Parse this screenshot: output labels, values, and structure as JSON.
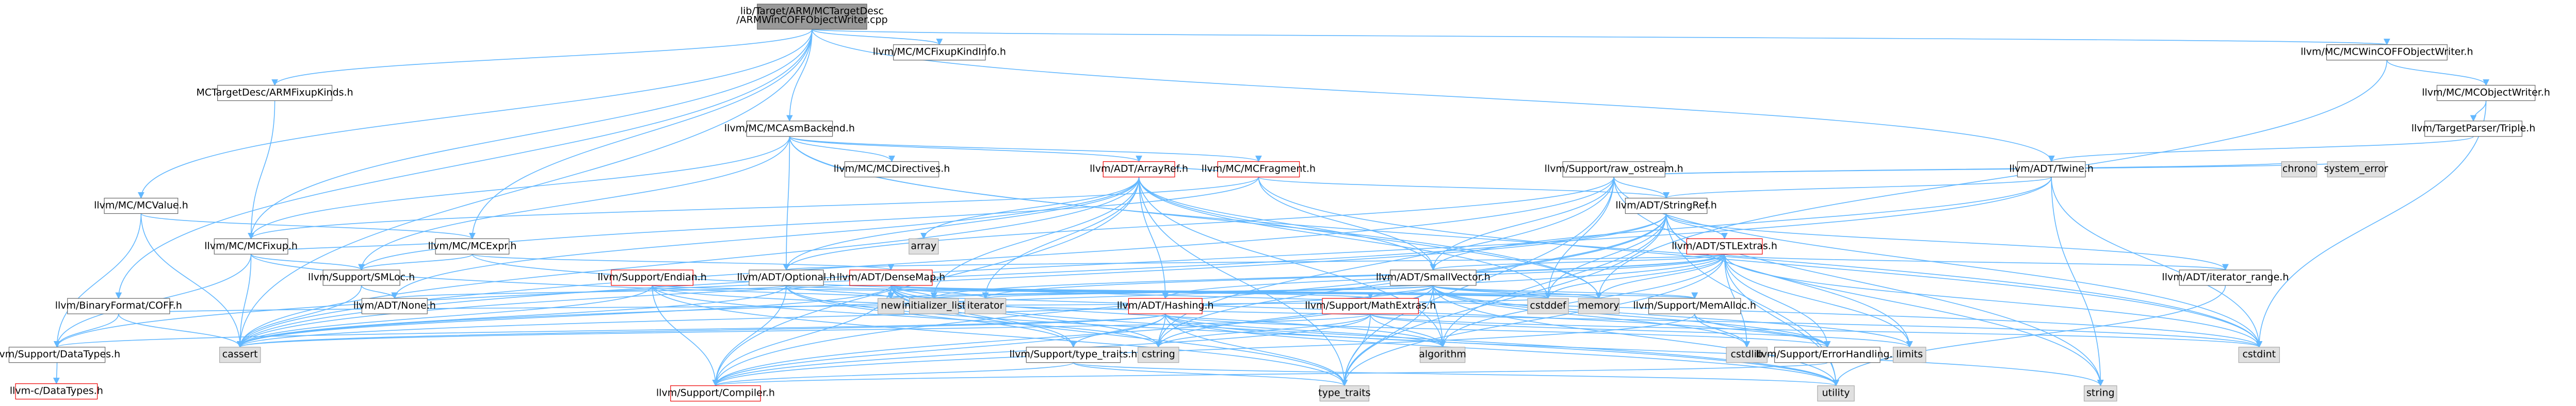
{
  "colors": {
    "edge": "#63b8ff",
    "root_fill": "#999999",
    "node_border": "#666666",
    "missing_border": "#ee0000",
    "system_fill": "#e0e0e0"
  },
  "nodes": [
    {
      "id": "root",
      "label": "lib/Target/ARM/MCTargetDesc",
      "label2": "/ARMWinCOFFObjectWriter.cpp",
      "kind": "root"
    },
    {
      "id": "fixupkindinfo",
      "label": "llvm/MC/MCFixupKindInfo.h",
      "kind": "normal"
    },
    {
      "id": "wincoff",
      "label": "llvm/MC/MCWinCOFFObjectWriter.h",
      "kind": "normal"
    },
    {
      "id": "armfixupkinds",
      "label": "MCTargetDesc/ARMFixupKinds.h",
      "kind": "normal"
    },
    {
      "id": "mcobjectwriter",
      "label": "llvm/MC/MCObjectWriter.h",
      "kind": "normal"
    },
    {
      "id": "asmbackend",
      "label": "llvm/MC/MCAsmBackend.h",
      "kind": "normal"
    },
    {
      "id": "triple",
      "label": "llvm/TargetParser/Triple.h",
      "kind": "normal"
    },
    {
      "id": "mcfragment",
      "label": "llvm/MC/MCFragment.h",
      "kind": "red"
    },
    {
      "id": "rawostream",
      "label": "llvm/Support/raw_ostream.h",
      "kind": "normal"
    },
    {
      "id": "twine",
      "label": "llvm/ADT/Twine.h",
      "kind": "normal"
    },
    {
      "id": "chrono",
      "label": "chrono",
      "kind": "sys"
    },
    {
      "id": "systemerror",
      "label": "system_error",
      "kind": "sys"
    },
    {
      "id": "mcvalue",
      "label": "llvm/MC/MCValue.h",
      "kind": "normal"
    },
    {
      "id": "mcdirectives",
      "label": "llvm/MC/MCDirectives.h",
      "kind": "normal"
    },
    {
      "id": "arrayref",
      "label": "llvm/ADT/ArrayRef.h",
      "kind": "red"
    },
    {
      "id": "stringref",
      "label": "llvm/ADT/StringRef.h",
      "kind": "normal"
    },
    {
      "id": "mcfixup",
      "label": "llvm/MC/MCFixup.h",
      "kind": "normal"
    },
    {
      "id": "mcexpr",
      "label": "llvm/MC/MCExpr.h",
      "kind": "normal"
    },
    {
      "id": "array",
      "label": "array",
      "kind": "sys"
    },
    {
      "id": "stlextras",
      "label": "llvm/ADT/STLExtras.h",
      "kind": "red"
    },
    {
      "id": "smloc",
      "label": "llvm/Support/SMLoc.h",
      "kind": "normal"
    },
    {
      "id": "endian",
      "label": "llvm/Support/Endian.h",
      "kind": "red"
    },
    {
      "id": "optional",
      "label": "llvm/ADT/Optional.h",
      "kind": "normal"
    },
    {
      "id": "densemap",
      "label": "llvm/ADT/DenseMap.h",
      "kind": "red"
    },
    {
      "id": "smallvector",
      "label": "llvm/ADT/SmallVector.h",
      "kind": "normal"
    },
    {
      "id": "iteratorrange",
      "label": "llvm/ADT/iterator_range.h",
      "kind": "normal"
    },
    {
      "id": "binaryformat",
      "label": "llvm/BinaryFormat/COFF.h",
      "kind": "normal"
    },
    {
      "id": "none",
      "label": "llvm/ADT/None.h",
      "kind": "normal"
    },
    {
      "id": "new",
      "label": "new",
      "kind": "sys"
    },
    {
      "id": "initlist",
      "label": "initializer_list",
      "kind": "sys"
    },
    {
      "id": "iterator",
      "label": "iterator",
      "kind": "sys"
    },
    {
      "id": "hashing",
      "label": "llvm/ADT/Hashing.h",
      "kind": "red"
    },
    {
      "id": "mathextras",
      "label": "llvm/Support/MathExtras.h",
      "kind": "red"
    },
    {
      "id": "cstddef",
      "label": "cstddef",
      "kind": "sys"
    },
    {
      "id": "memory",
      "label": "memory",
      "kind": "sys"
    },
    {
      "id": "memalloc",
      "label": "llvm/Support/MemAlloc.h",
      "kind": "normal"
    },
    {
      "id": "datatypes",
      "label": "llvm/Support/DataTypes.h",
      "kind": "normal"
    },
    {
      "id": "cassert",
      "label": "cassert",
      "kind": "sys"
    },
    {
      "id": "typetraitsh",
      "label": "llvm/Support/type_traits.h",
      "kind": "normal"
    },
    {
      "id": "cstring",
      "label": "cstring",
      "kind": "sys"
    },
    {
      "id": "algorithm",
      "label": "algorithm",
      "kind": "sys"
    },
    {
      "id": "cstdlib",
      "label": "cstdlib",
      "kind": "sys"
    },
    {
      "id": "errorhandling",
      "label": "llvm/Support/ErrorHandling.h",
      "kind": "normal"
    },
    {
      "id": "limits",
      "label": "limits",
      "kind": "sys"
    },
    {
      "id": "cstdint",
      "label": "cstdint",
      "kind": "sys"
    },
    {
      "id": "cdatatypes",
      "label": "llvm-c/DataTypes.h",
      "kind": "red"
    },
    {
      "id": "compiler",
      "label": "llvm/Support/Compiler.h",
      "kind": "red"
    },
    {
      "id": "typetraits",
      "label": "type_traits",
      "kind": "sys"
    },
    {
      "id": "utility",
      "label": "utility",
      "kind": "sys"
    },
    {
      "id": "string",
      "label": "string",
      "kind": "sys"
    }
  ],
  "edges": [
    [
      "root",
      "fixupkindinfo"
    ],
    [
      "root",
      "wincoff"
    ],
    [
      "root",
      "armfixupkinds"
    ],
    [
      "root",
      "asmbackend"
    ],
    [
      "root",
      "twine"
    ],
    [
      "root",
      "mcvalue"
    ],
    [
      "root",
      "mcfixup"
    ],
    [
      "root",
      "mcexpr"
    ],
    [
      "root",
      "binaryformat"
    ],
    [
      "root",
      "cassert"
    ],
    [
      "wincoff",
      "mcobjectwriter"
    ],
    [
      "wincoff",
      "memory"
    ],
    [
      "mcobjectwriter",
      "triple"
    ],
    [
      "mcobjectwriter",
      "cstdint"
    ],
    [
      "triple",
      "twine"
    ],
    [
      "armfixupkinds",
      "mcfixup"
    ],
    [
      "asmbackend",
      "mcfragment"
    ],
    [
      "asmbackend",
      "mcdirectives"
    ],
    [
      "asmbackend",
      "arrayref"
    ],
    [
      "asmbackend",
      "mcfixup"
    ],
    [
      "asmbackend",
      "optional"
    ],
    [
      "asmbackend",
      "smloc"
    ],
    [
      "asmbackend",
      "memory"
    ],
    [
      "asmbackend",
      "cstdint"
    ],
    [
      "mcfragment",
      "arrayref"
    ],
    [
      "mcfragment",
      "stringref"
    ],
    [
      "mcfragment",
      "smallvector"
    ],
    [
      "mcfragment",
      "smloc"
    ],
    [
      "mcfragment",
      "mcfixup"
    ],
    [
      "mcfragment",
      "cstdint"
    ],
    [
      "twine",
      "stringref"
    ],
    [
      "twine",
      "smallvector"
    ],
    [
      "twine",
      "cassert"
    ],
    [
      "twine",
      "cstdint"
    ],
    [
      "twine",
      "string"
    ],
    [
      "rawostream",
      "stringref"
    ],
    [
      "rawostream",
      "chrono"
    ],
    [
      "rawostream",
      "systemerror"
    ],
    [
      "rawostream",
      "cassert"
    ],
    [
      "rawostream",
      "cstddef"
    ],
    [
      "rawostream",
      "cstdint"
    ],
    [
      "rawostream",
      "cstring"
    ],
    [
      "rawostream",
      "string"
    ],
    [
      "rawostream",
      "typetraits"
    ],
    [
      "rawostream",
      "optional"
    ],
    [
      "rawostream",
      "smallvector"
    ],
    [
      "mcvalue",
      "mcexpr"
    ],
    [
      "mcvalue",
      "datatypes"
    ],
    [
      "mcvalue",
      "cassert"
    ],
    [
      "arrayref",
      "array"
    ],
    [
      "arrayref",
      "hashing"
    ],
    [
      "arrayref",
      "smallvector"
    ],
    [
      "arrayref",
      "compiler"
    ],
    [
      "arrayref",
      "algorithm"
    ],
    [
      "arrayref",
      "cassert"
    ],
    [
      "arrayref",
      "cstddef"
    ],
    [
      "arrayref",
      "initlist"
    ],
    [
      "arrayref",
      "iterator"
    ],
    [
      "arrayref",
      "memory"
    ],
    [
      "arrayref",
      "typetraits"
    ],
    [
      "arrayref",
      "none"
    ],
    [
      "arrayref",
      "optional"
    ],
    [
      "stringref",
      "stlextras"
    ],
    [
      "stringref",
      "iteratorrange"
    ],
    [
      "stringref",
      "compiler"
    ],
    [
      "stringref",
      "algorithm"
    ],
    [
      "stringref",
      "cassert"
    ],
    [
      "stringref",
      "cstddef"
    ],
    [
      "stringref",
      "cstring"
    ],
    [
      "stringref",
      "limits"
    ],
    [
      "stringref",
      "string"
    ],
    [
      "stringref",
      "typetraits"
    ],
    [
      "stringref",
      "utility"
    ],
    [
      "stringref",
      "datatypes"
    ],
    [
      "mcfixup",
      "mcexpr"
    ],
    [
      "mcfixup",
      "datatypes"
    ],
    [
      "mcfixup",
      "errorhandling"
    ],
    [
      "mcfixup",
      "smloc"
    ],
    [
      "mcfixup",
      "cassert"
    ],
    [
      "mcexpr",
      "densemap"
    ],
    [
      "mcexpr",
      "smloc"
    ],
    [
      "mcexpr",
      "cstdint"
    ],
    [
      "stlextras",
      "hashing"
    ],
    [
      "stlextras",
      "smallvector"
    ],
    [
      "stlextras",
      "iteratorrange"
    ],
    [
      "stlextras",
      "optional"
    ],
    [
      "stlextras",
      "errorhandling"
    ],
    [
      "stlextras",
      "algorithm"
    ],
    [
      "stlextras",
      "cassert"
    ],
    [
      "stlextras",
      "cstddef"
    ],
    [
      "stlextras",
      "cstdint"
    ],
    [
      "stlextras",
      "cstdlib"
    ],
    [
      "stlextras",
      "initlist"
    ],
    [
      "stlextras",
      "iterator"
    ],
    [
      "stlextras",
      "limits"
    ],
    [
      "stlextras",
      "memory"
    ],
    [
      "stlextras",
      "typetraits"
    ],
    [
      "stlextras",
      "utility"
    ],
    [
      "smloc",
      "none"
    ],
    [
      "smloc",
      "cassert"
    ],
    [
      "endian",
      "compiler"
    ],
    [
      "endian",
      "cassert"
    ],
    [
      "endian",
      "cstddef"
    ],
    [
      "endian",
      "cstdint"
    ],
    [
      "endian",
      "cstring"
    ],
    [
      "endian",
      "typetraits"
    ],
    [
      "optional",
      "none"
    ],
    [
      "optional",
      "compiler"
    ],
    [
      "optional",
      "typetraitsh"
    ],
    [
      "optional",
      "cassert"
    ],
    [
      "optional",
      "memory"
    ],
    [
      "optional",
      "new"
    ],
    [
      "optional",
      "utility"
    ],
    [
      "densemap",
      "mathextras"
    ],
    [
      "densemap",
      "memalloc"
    ],
    [
      "densemap",
      "compiler"
    ],
    [
      "densemap",
      "typetraitsh"
    ],
    [
      "densemap",
      "algorithm"
    ],
    [
      "densemap",
      "cassert"
    ],
    [
      "densemap",
      "cstddef"
    ],
    [
      "densemap",
      "cstring"
    ],
    [
      "densemap",
      "initlist"
    ],
    [
      "densemap",
      "iterator"
    ],
    [
      "densemap",
      "new"
    ],
    [
      "densemap",
      "typetraits"
    ],
    [
      "densemap",
      "utility"
    ],
    [
      "smallvector",
      "compiler"
    ],
    [
      "smallvector",
      "type_traits_h"
    ],
    [
      "smallvector",
      "algorithm"
    ],
    [
      "smallvector",
      "cassert"
    ],
    [
      "smallvector",
      "cstddef"
    ],
    [
      "smallvector",
      "cstdlib"
    ],
    [
      "smallvector",
      "cstring"
    ],
    [
      "smallvector",
      "functional"
    ],
    [
      "smallvector",
      "initlist"
    ],
    [
      "smallvector",
      "iterator"
    ],
    [
      "smallvector",
      "limits"
    ],
    [
      "smallvector",
      "memory"
    ],
    [
      "smallvector",
      "new"
    ],
    [
      "smallvector",
      "typetraits"
    ],
    [
      "smallvector",
      "utility"
    ],
    [
      "smallvector",
      "memalloc"
    ],
    [
      "smallvector",
      "errorhandling"
    ],
    [
      "smallvector",
      "mathextras"
    ],
    [
      "iteratorrange",
      "utility"
    ],
    [
      "binaryformat",
      "datatypes"
    ],
    [
      "binaryformat",
      "cassert"
    ],
    [
      "binaryformat",
      "cstddef"
    ],
    [
      "hashing",
      "errorhandling"
    ],
    [
      "hashing",
      "typetraitsh"
    ],
    [
      "hashing",
      "algorithm"
    ],
    [
      "hashing",
      "cassert"
    ],
    [
      "hashing",
      "cstring"
    ],
    [
      "hashing",
      "string"
    ],
    [
      "hashing",
      "typetraits"
    ],
    [
      "hashing",
      "utility"
    ],
    [
      "hashing",
      "compiler"
    ],
    [
      "hashing",
      "datatypes"
    ],
    [
      "mathextras",
      "compiler"
    ],
    [
      "mathextras",
      "algorithm"
    ],
    [
      "mathextras",
      "cassert"
    ],
    [
      "mathextras",
      "climits"
    ],
    [
      "mathextras",
      "cmath"
    ],
    [
      "mathextras",
      "cstdint"
    ],
    [
      "mathextras",
      "cstring"
    ],
    [
      "mathextras",
      "limits"
    ],
    [
      "mathextras",
      "typetraits"
    ],
    [
      "memalloc",
      "compiler"
    ],
    [
      "memalloc",
      "errorhandling"
    ],
    [
      "memalloc",
      "cstdlib"
    ],
    [
      "datatypes",
      "cdatatypes"
    ],
    [
      "typetraitsh",
      "compiler"
    ],
    [
      "typetraitsh",
      "typetraits"
    ],
    [
      "typetraitsh",
      "utility"
    ],
    [
      "errorhandling",
      "compiler"
    ]
  ]
}
